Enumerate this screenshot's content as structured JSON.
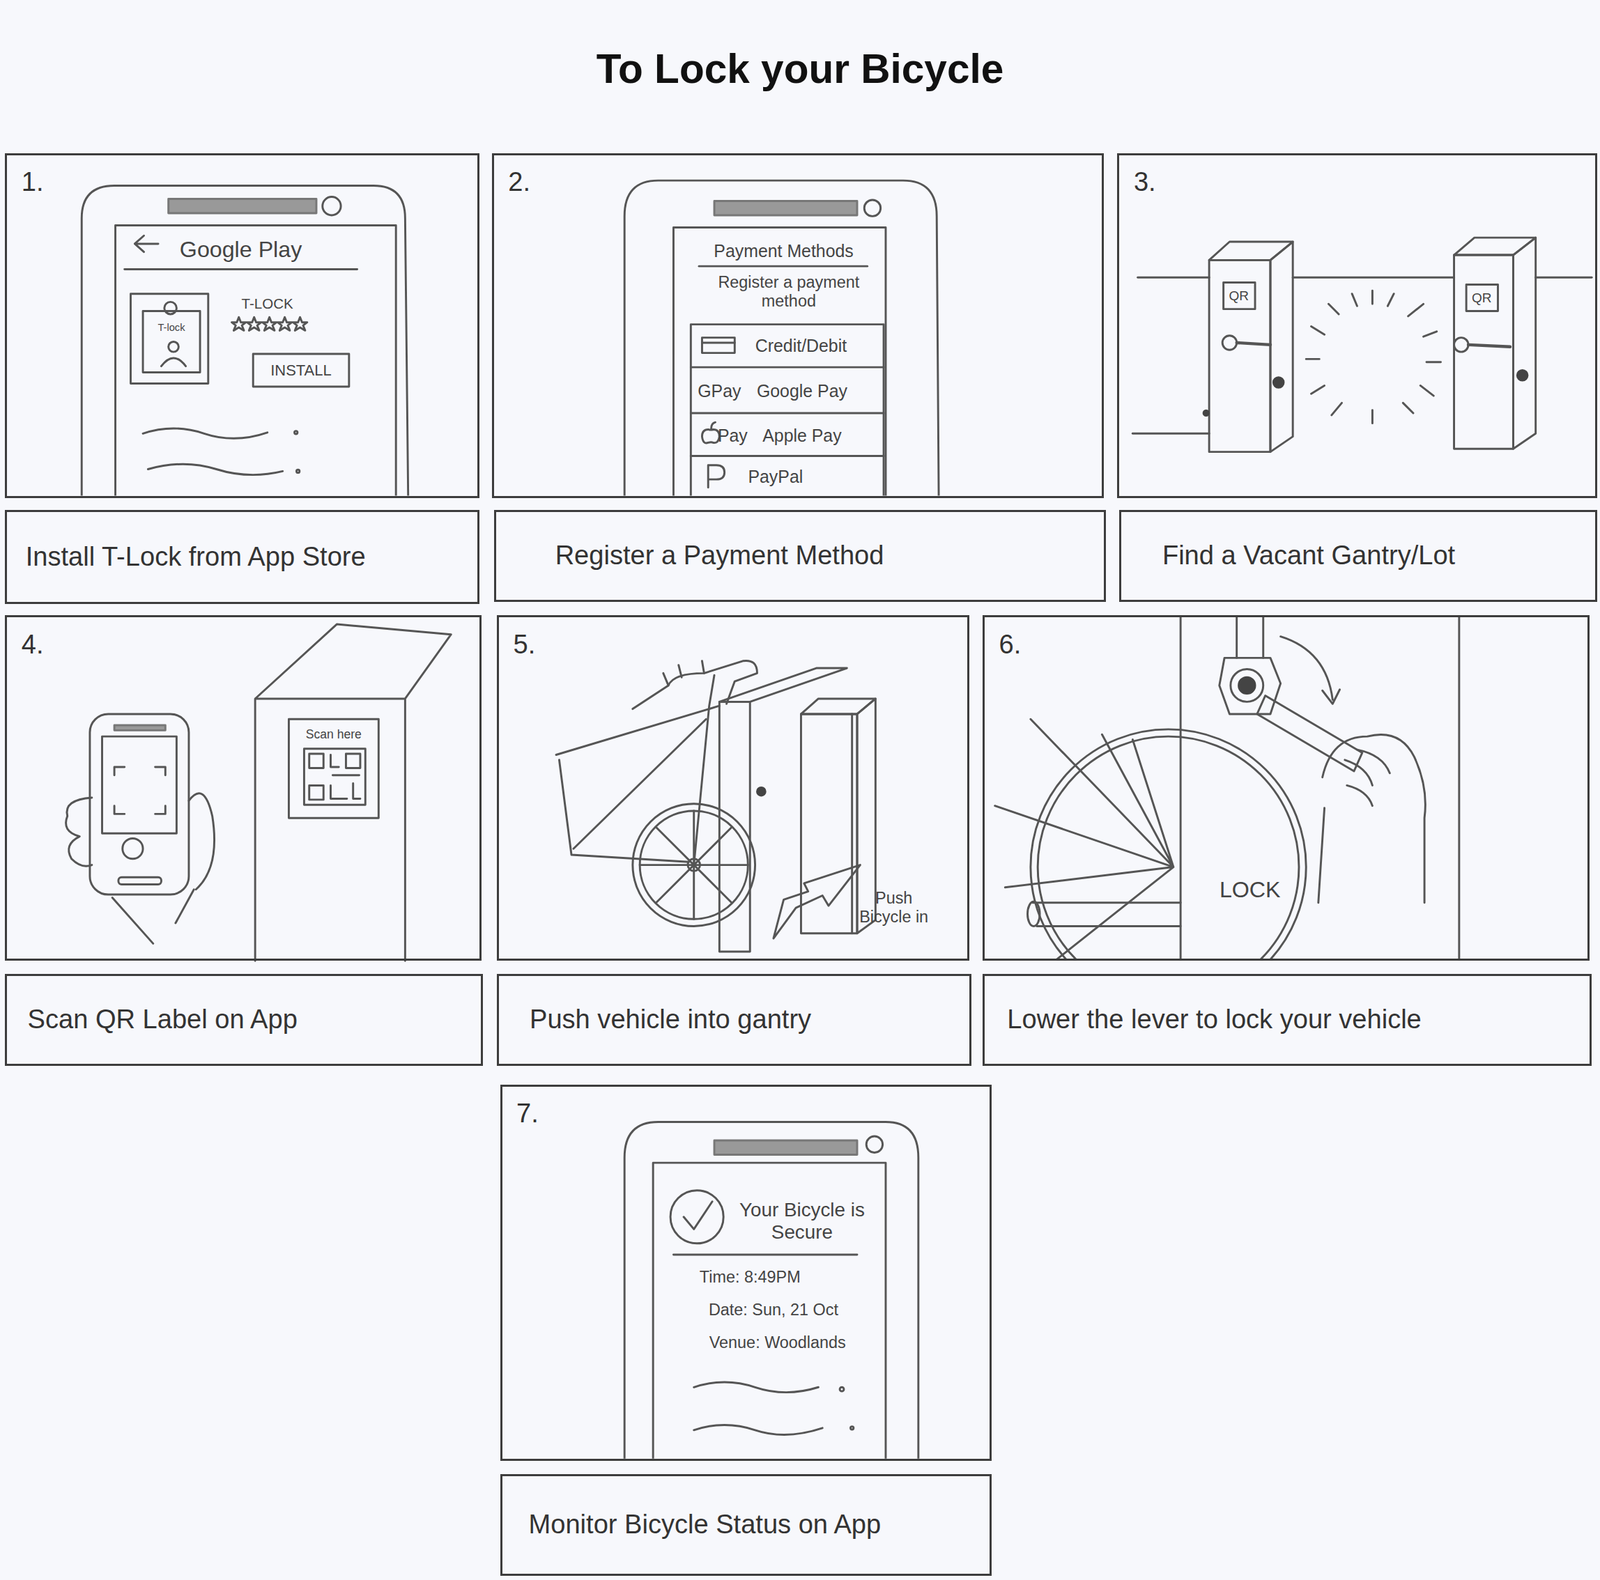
{
  "diagram": {
    "title": "To Lock your Bicycle",
    "nodes": [
      {
        "text": [
          "1."
        ]
      },
      {
        "text": [
          "Install T-Lock from App Store"
        ]
      },
      {
        "text": [
          "2."
        ]
      },
      {
        "text": [
          "Register a Payment Method"
        ]
      },
      {
        "text": [
          "3."
        ]
      },
      {
        "text": [
          "Find a Vacant Gantry/Lot"
        ]
      },
      {
        "text": [
          "4."
        ]
      },
      {
        "text": [
          "Scan QR Label on App"
        ]
      },
      {
        "text": [
          "5."
        ]
      },
      {
        "text": [
          "Push vehicle into gantry"
        ]
      },
      {
        "text": [
          "6."
        ]
      },
      {
        "text": [
          "Lower the lever to lock your vehicle"
        ]
      },
      {
        "text": [
          "7."
        ]
      },
      {
        "text": [
          "Monitor Bicycle Status on App"
        ]
      }
    ],
    "labels": [
      "Google Play",
      "T-lock",
      "T-LOCK",
      "INSTALL",
      "Payment Methods",
      "Register a payment method",
      "Credit/Debit",
      "GPay",
      "Google Pay",
      "Pay",
      "Apple Pay",
      "PayPal",
      "QR",
      "QR",
      "Scan here",
      "Push Bicycle in",
      "LOCK",
      "Your Bicycle is Secure",
      "Time: 8:49PM",
      "Date: Sun, 21 Oct",
      "Venue: Woodlands"
    ]
  }
}
